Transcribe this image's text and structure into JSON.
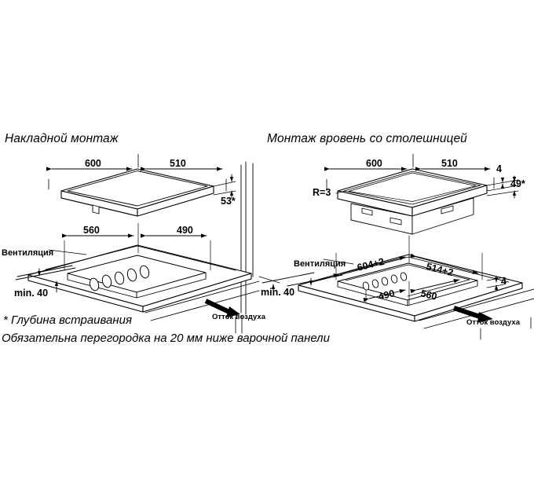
{
  "document": {
    "title": "Схема установки варочной панели",
    "background_color": "#ffffff",
    "line_color": "#000000"
  },
  "left_diagram": {
    "heading": "Накладной монтаж",
    "hob": {
      "width_label": "600",
      "depth_label": "510",
      "height_label": "53*"
    },
    "cutout": {
      "width_label": "560",
      "depth_label": "490"
    },
    "ventilation_label": "Вентиляция",
    "min_gap_label": "min. 40",
    "airflow_label": "Отток воздуха"
  },
  "right_diagram": {
    "heading": "Монтаж вровень со столешницей",
    "hob": {
      "width_label": "600",
      "depth_label": "510",
      "rim_label": "4",
      "height_label": "49*",
      "radius_label": "R=3"
    },
    "cutout": {
      "width_label": "604+2",
      "depth_label": "514+2",
      "inner_width_label": "560",
      "inner_depth_label": "490",
      "rim_label": "4"
    },
    "ventilation_label": "Вентиляция",
    "min_gap_label": "min. 40",
    "airflow_label": "Отток воздуха"
  },
  "notes": {
    "line1": "* Глубина встраивания",
    "line2": "Обязательна перегородка на 20 мм ниже варочной панели"
  }
}
